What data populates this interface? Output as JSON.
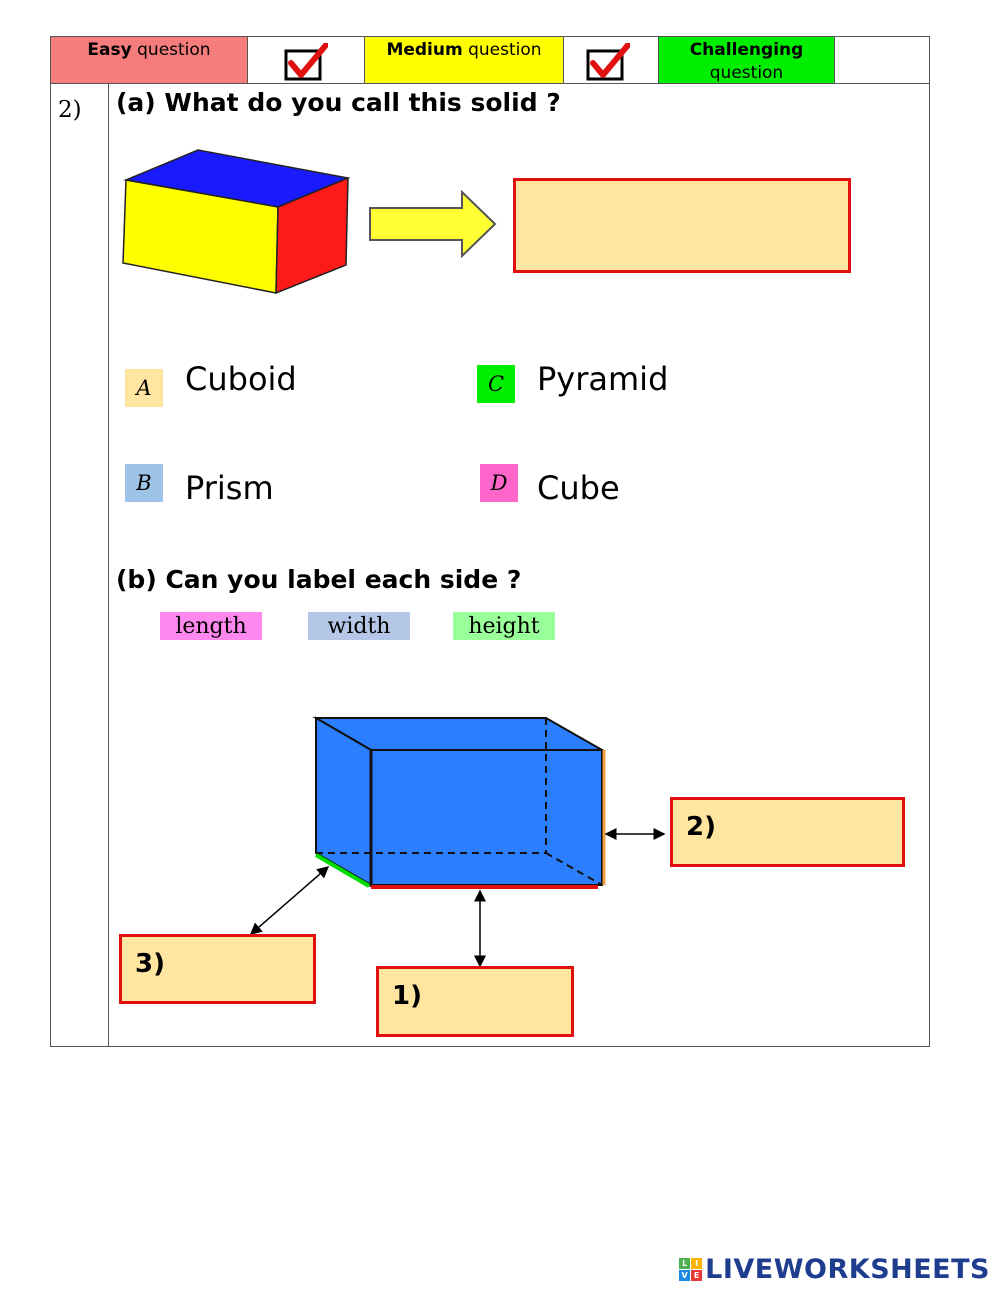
{
  "header": {
    "easy_bold": "Easy",
    "easy_rest": " question",
    "medium_bold": "Medium",
    "medium_rest": " question",
    "challenging_bold": "Challenging",
    "challenging_rest": "question"
  },
  "question_number": "2)",
  "part_a": {
    "title": "(a)  What do you call this solid ?",
    "options": [
      {
        "letter": "A",
        "text": "Cuboid",
        "color": "#ffe5a0"
      },
      {
        "letter": "B",
        "text": "Prism",
        "color": "#9dc3e6"
      },
      {
        "letter": "C",
        "text": "Pyramid",
        "color": "#00ee00"
      },
      {
        "letter": "D",
        "text": "Cube",
        "color": "#ff66cc"
      }
    ]
  },
  "part_b": {
    "title": "(b)  Can you label each side ?",
    "tags": [
      {
        "text": "length",
        "color": "#ff88ee"
      },
      {
        "text": "width",
        "color": "#b4c7e7"
      },
      {
        "text": "height",
        "color": "#99ff99"
      }
    ],
    "boxes": {
      "one": "1)",
      "two": "2)",
      "three": "3)"
    }
  },
  "logo": {
    "text": "LIVEWORKSHEETS",
    "grid": [
      "L",
      "I",
      "V",
      "E"
    ]
  },
  "colors": {
    "answer_fill": "#ffe5a0",
    "answer_border": "#e01010",
    "cuboid_blue": "#2b7fff"
  }
}
